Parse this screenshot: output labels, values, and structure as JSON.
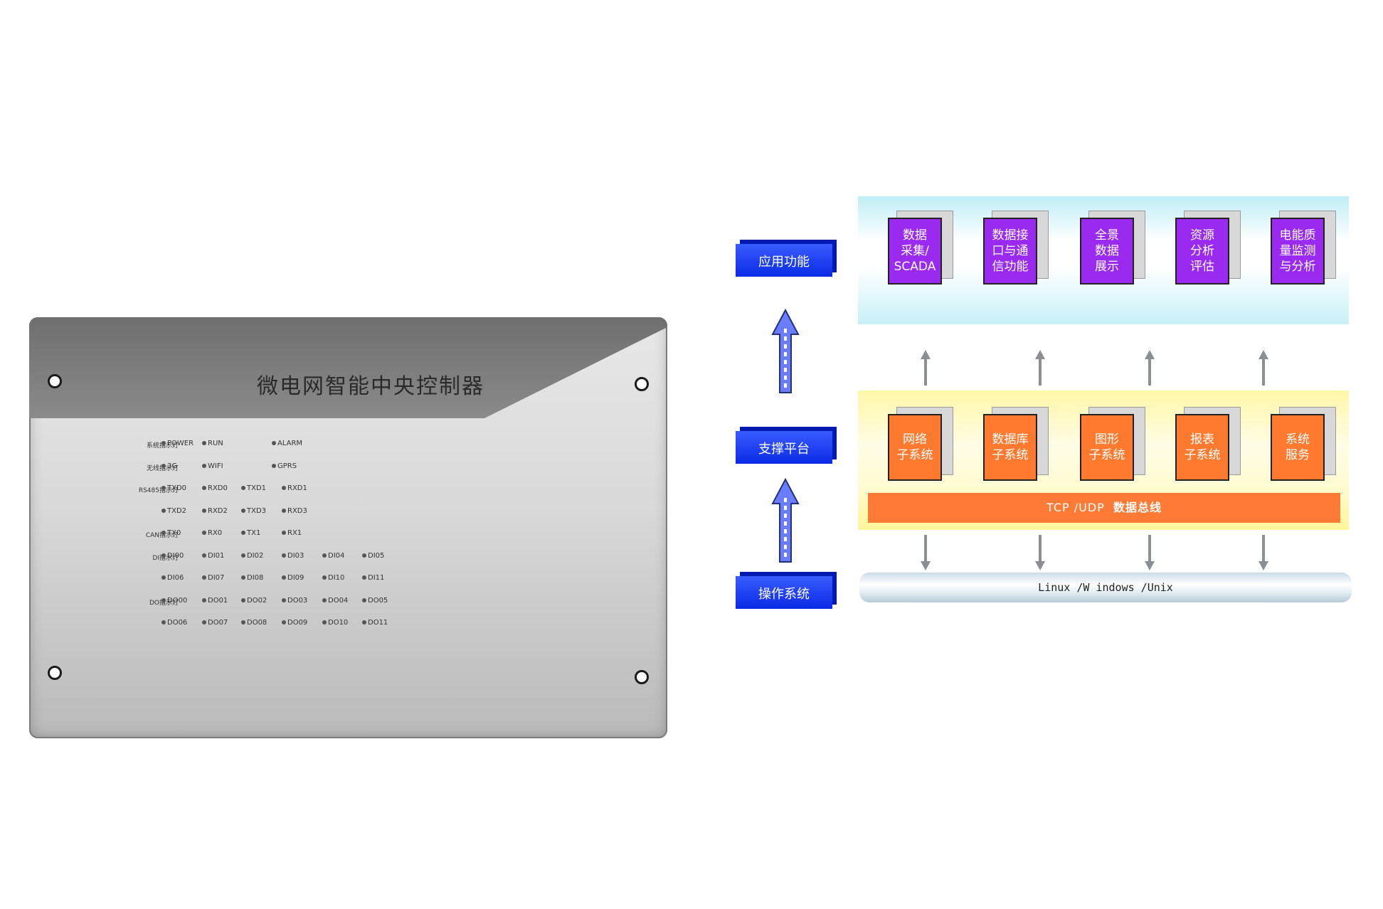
{
  "controller": {
    "title": "微电网智能中央控制器",
    "rows": [
      {
        "label": "系统指示灯",
        "leds": [
          "POWER",
          "RUN",
          "ALARM"
        ]
      },
      {
        "label": "无线指示灯",
        "leds": [
          "3G",
          "WIFI",
          "GPRS"
        ]
      },
      {
        "label": "RS485指示灯",
        "leds": [
          "TXD0",
          "RXD0",
          "TXD1",
          "RXD1"
        ]
      },
      {
        "label": "",
        "leds": [
          "TXD2",
          "RXD2",
          "TXD3",
          "RXD3"
        ]
      },
      {
        "label": "CAN指示灯",
        "leds": [
          "TX0",
          "RX0",
          "TX1",
          "RX1"
        ]
      },
      {
        "label": "DI指示灯",
        "leds": [
          "DI00",
          "DI01",
          "DI02",
          "DI03",
          "DI04",
          "DI05"
        ]
      },
      {
        "label": "",
        "leds": [
          "DI06",
          "DI07",
          "DI08",
          "DI09",
          "DI10",
          "DI11"
        ]
      },
      {
        "label": "DO指示灯",
        "leds": [
          "DO00",
          "DO01",
          "DO02",
          "DO03",
          "DO04",
          "DO05"
        ]
      },
      {
        "label": "",
        "leds": [
          "DO06",
          "DO07",
          "DO08",
          "DO09",
          "DO10",
          "DO11"
        ]
      }
    ]
  },
  "architecture": {
    "layers": {
      "app": "应用功能",
      "support": "支撑平台",
      "os": "操作系统"
    },
    "app_boxes": [
      "数据\n采集/\nSCADA",
      "数据接\n口与通\n信功能",
      "全景\n数据\n展示",
      "资源\n分析\n评估",
      "电能质\n量监测\n与分析"
    ],
    "support_boxes": [
      "网络\n子系统",
      "数据库\n子系统",
      "图形\n子系统",
      "报表\n子系统",
      "系统\n服务"
    ],
    "bus": {
      "prefix": "TCP /UDP",
      "name": "数据总线"
    },
    "os_bar": "Linux /W indows /Unix",
    "colors": {
      "layer_label": "#0a2ae6",
      "app_box": "#9a2af0",
      "support_box": "#ff7a2e",
      "bus": "#ff7b35"
    }
  }
}
